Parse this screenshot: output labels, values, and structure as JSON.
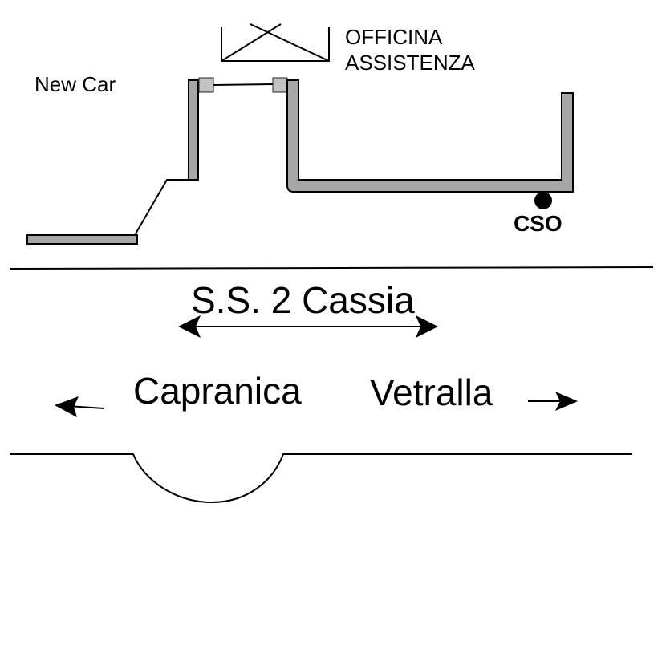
{
  "labels": {
    "officina_line1": "OFFICINA",
    "officina_line2": "ASSISTENZA",
    "new_car": "New Car",
    "cso": "CSO",
    "road_name": "S.S. 2 Cassia",
    "left_town": "Capranica",
    "right_town": "Vetralla"
  },
  "colors": {
    "wall_fill": "#a6a6a6",
    "stroke": "#000000",
    "background": "#ffffff"
  },
  "icons": {
    "workshop_symbol": "crossed-box-icon",
    "cso_marker": "dot-marker-icon",
    "left_arrow": "arrow-left-icon",
    "right_arrow": "arrow-right-icon",
    "road_arrow": "double-arrow-icon"
  }
}
